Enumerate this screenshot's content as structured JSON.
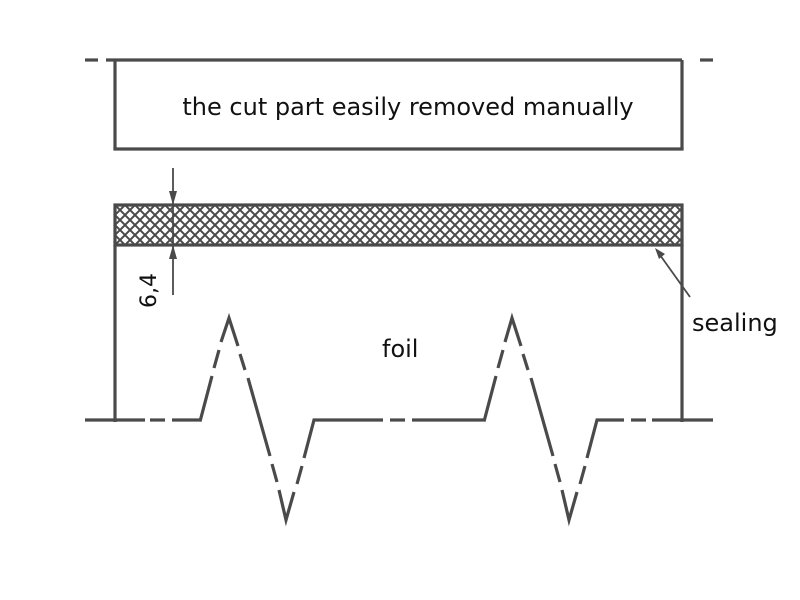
{
  "diagram": {
    "type": "technical-drawing",
    "subject": "foil with cut-off sealing strip",
    "labels": {
      "cut_part": "the cut part easily removed manually",
      "foil": "foil",
      "sealing": "sealing",
      "dimension": "6,4"
    },
    "colors": {
      "line": "#4a4a4a",
      "text": "#111111",
      "background": "#ffffff"
    }
  }
}
